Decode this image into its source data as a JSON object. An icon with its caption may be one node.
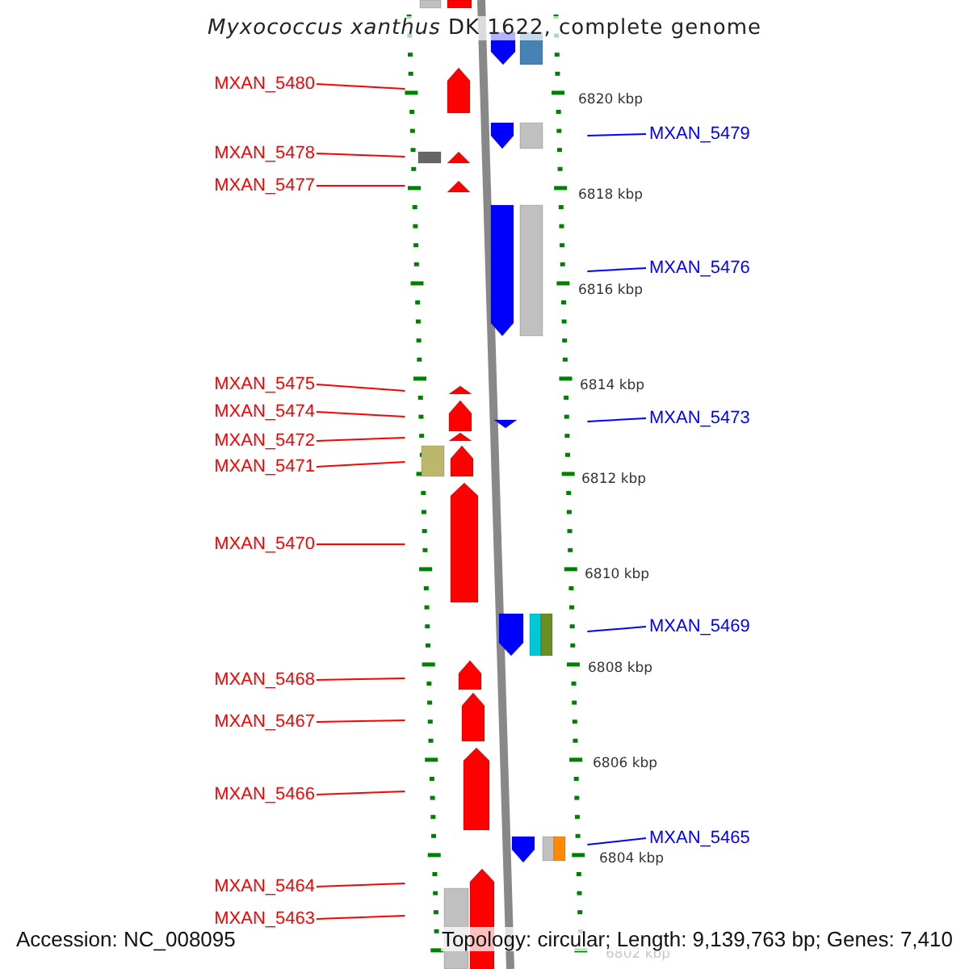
{
  "diagram": {
    "title": "*Myxococcus xanthus* DK 1622, complete genome",
    "nodes": [
      {
        "text": [
          "MXAN_5480"
        ]
      },
      {
        "text": [
          "MXAN_5479"
        ]
      },
      {
        "text": [
          "MXAN_5478"
        ]
      },
      {
        "text": [
          "MXAN_5477"
        ]
      },
      {
        "text": [
          "MXAN_5476"
        ]
      },
      {
        "text": [
          "MXAN_5475"
        ]
      },
      {
        "text": [
          "MXAN_5474"
        ]
      },
      {
        "text": [
          "MXAN_5473"
        ]
      },
      {
        "text": [
          "MXAN_5472"
        ]
      },
      {
        "text": [
          "MXAN_5471"
        ]
      },
      {
        "text": [
          "MXAN_5470"
        ]
      },
      {
        "text": [
          "MXAN_5469"
        ]
      },
      {
        "text": [
          "MXAN_5468"
        ]
      },
      {
        "text": [
          "MXAN_5467"
        ]
      },
      {
        "text": [
          "MXAN_5466"
        ]
      },
      {
        "text": [
          "MXAN_5465"
        ]
      },
      {
        "text": [
          "MXAN_5464"
        ]
      },
      {
        "text": [
          "MXAN_5463"
        ]
      },
      {
        "text": [],
        "shape": "bar"
      },
      {
        "text": [],
        "shape": "bar"
      }
    ],
    "edges": [
      {
        "from": 0,
        "to": 18,
        "arrow": "none"
      },
      {
        "from": 1,
        "to": 19,
        "arrow": "none",
        "color": "#0000ff"
      },
      {
        "from": 2,
        "to": 18,
        "arrow": "none"
      },
      {
        "from": 3,
        "to": 18,
        "arrow": "none"
      },
      {
        "from": 4,
        "to": 19,
        "arrow": "none",
        "color": "#0000ff"
      },
      {
        "from": 5,
        "to": 18,
        "arrow": "none"
      },
      {
        "from": 6,
        "to": 18,
        "arrow": "none"
      },
      {
        "from": 7,
        "to": 19,
        "arrow": "none",
        "color": "#0000ff"
      },
      {
        "from": 8,
        "to": 18,
        "arrow": "none"
      },
      {
        "from": 9,
        "to": 18,
        "arrow": "none"
      },
      {
        "from": 10,
        "to": 18,
        "arrow": "none"
      },
      {
        "from": 11,
        "to": 19,
        "arrow": "none",
        "color": "#0000ff"
      },
      {
        "from": 12,
        "to": 18,
        "arrow": "none"
      },
      {
        "from": 13,
        "to": 18,
        "arrow": "none"
      },
      {
        "from": 14,
        "to": 18,
        "arrow": "none"
      },
      {
        "from": 15,
        "to": 19,
        "arrow": "none",
        "color": "#0000ff"
      },
      {
        "from": 16,
        "to": 18,
        "arrow": "none"
      },
      {
        "from": 17,
        "to": 18,
        "arrow": "none"
      }
    ],
    "labels": [
      "6820 kbp",
      "6818 kbp",
      "6816 kbp",
      "6814 kbp",
      "6812 kbp",
      "6810 kbp",
      "6808 kbp",
      "6806 kbp",
      "6804 kbp",
      "6802 kbp",
      "Accession: NC_008095",
      "Topology: circular; Length: 9,139,763 bp; Genes: 7,410"
    ]
  }
}
